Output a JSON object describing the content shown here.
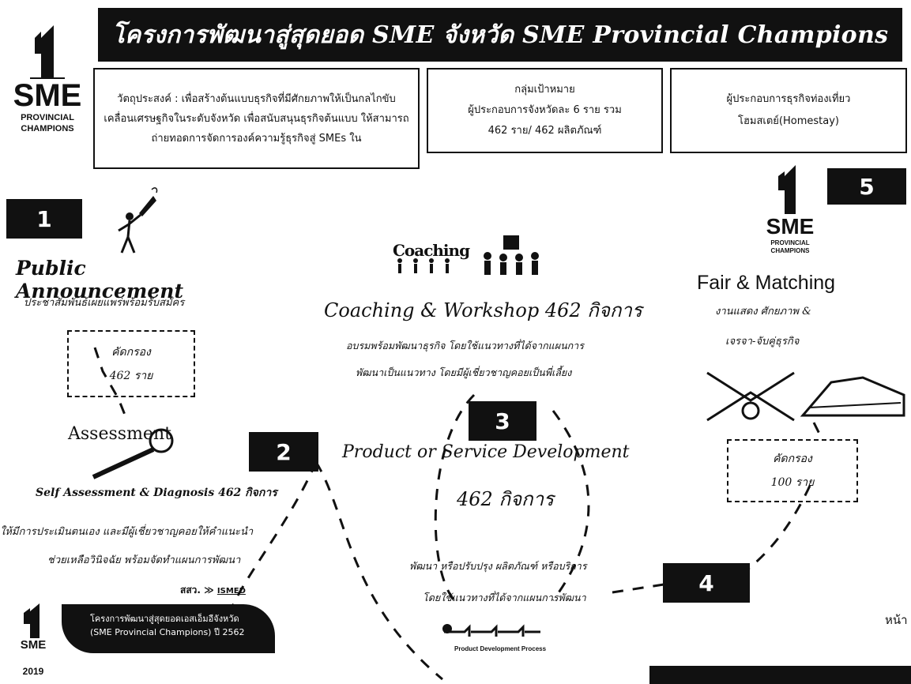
{
  "header": {
    "title": "โครงการพัฒนาสู่สุดยอด SME จังหวัด SME Provincial Champions"
  },
  "logo": {
    "line1": "SME",
    "line2": "PROVINCIAL",
    "line3": "CHAMPIONS"
  },
  "info_boxes": {
    "objective": "วัตถุประสงค์ : เพื่อสร้างต้นแบบธุรกิจที่มีศักยภาพให้เป็นกลไกขับเคลื่อนเศรษฐกิจในระดับจังหวัด เพื่อสนับสนุนธุรกิจต้นแบบ ให้สามารถถ่ายทอดการจัดการองค์ความรู้ธุรกิจสู่ SMEs ใน",
    "target_line1": "กลุ่มเป้าหมาย",
    "target_line2": "ผู้ประกอบการจังหวัดละ 6 ราย รวม",
    "target_line3": "462 ราย/ 462 ผลิตภัณฑ์",
    "tourism_line1": "ผู้ประกอบการธุรกิจท่องเที่ยว",
    "tourism_line2": "โฮมสเตย์(Homestay)"
  },
  "steps": {
    "s1": {
      "number": "1",
      "title": "Public Announcement",
      "desc": "ประชาสัมพันธ์เผยแพร่พร้อมรับสมัคร",
      "screen_label": "คัดกรอง",
      "screen_count": "462 ราย"
    },
    "assessment_label": "Assessment",
    "s2": {
      "number": "2",
      "title": "Self Assessment & Diagnosis 462 กิจการ",
      "desc1": "ให้มีการประเมินตนเอง และมีผู้เชี่ยวชาญคอยให้คำแนะนำ",
      "desc2": "ช่วยเหลือวินิจฉัย พร้อมจัดทำแผนการพัฒนา",
      "org": "สสว.",
      "org2": "ISMED"
    },
    "coaching_icon_label": "Coaching",
    "s3": {
      "number": "3",
      "coaching_title": "Coaching & Workshop 462 กิจการ",
      "coaching_desc1": "อบรมพร้อมพัฒนาธุรกิจ โดยใช้แนวทางที่ได้จากแผนการ",
      "coaching_desc2": "พัฒนาเป็นแนวทาง โดยมีผู้เชี่ยวชาญคอยเป็นพี่เลี้ยง",
      "product_title": "Product or Service Development",
      "product_count": "462 กิจการ"
    },
    "s4": {
      "number": "4",
      "desc1": "พัฒนา หรือปรับปรุง ผลิตภัณฑ์ หรือบริการ",
      "desc2": "โดยใช้แนวทางที่ได้จากแผนการพัฒนา",
      "process_label": "Product Development Process"
    },
    "s5": {
      "number": "5",
      "title": "Fair & Matching",
      "desc1": "งานแสดง ศักยภาพ &",
      "desc2": "เจรจา-จับคู่ธุรกิจ",
      "screen_label": "คัดกรอง",
      "screen_count": "100 ราย"
    }
  },
  "footer": {
    "project_line1": "โครงการพัฒนาสู่สุดยอดเอสเอ็มอีจังหวัด",
    "project_line2": "(SME Provincial Champions) ปี 2562",
    "year": "2019",
    "page_label": "หน้า"
  }
}
